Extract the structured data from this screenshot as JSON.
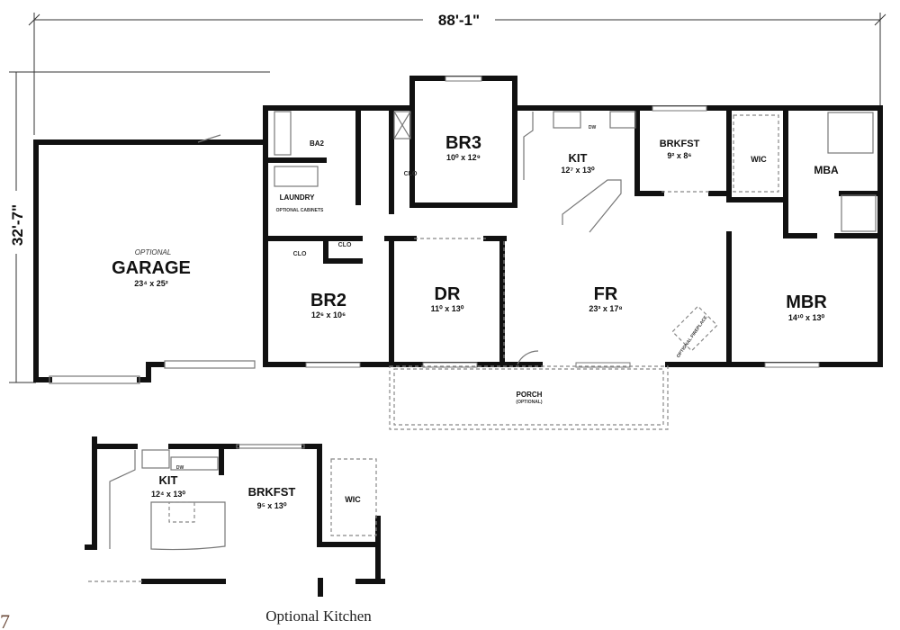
{
  "dimensions": {
    "width": "88'-1\"",
    "depth": "32'-7\""
  },
  "rooms": {
    "garage": {
      "note": "OPTIONAL",
      "label": "GARAGE",
      "size": "23⁴ x 25²"
    },
    "ba2": {
      "label": "BA2"
    },
    "laundry": {
      "label": "LAUNDRY",
      "note": "OPTIONAL CABINETS"
    },
    "br3": {
      "label": "BR3",
      "size": "10⁰ x 12⁹"
    },
    "br3_clo": {
      "label": "CLO"
    },
    "kit": {
      "label": "KIT",
      "size": "12⁷ x 13⁰",
      "dw": "DW"
    },
    "brkfst": {
      "label": "BRKFST",
      "size": "9² x 8⁶"
    },
    "wic": {
      "label": "WIC"
    },
    "mba": {
      "label": "MBA"
    },
    "br2_clo": {
      "label": "CLO"
    },
    "hall_clo": {
      "label": "CLO"
    },
    "br2": {
      "label": "BR2",
      "size": "12⁶ x 10⁶"
    },
    "dr": {
      "label": "DR",
      "size": "11⁰ x 13⁰"
    },
    "fr": {
      "label": "FR",
      "size": "23³ x 17⁸",
      "fireplace": "OPTIONAL FIREPLACE"
    },
    "mbr": {
      "label": "MBR",
      "size": "14¹⁰ x 13⁰"
    },
    "porch": {
      "label": "PORCH",
      "note": "(OPTIONAL)"
    }
  },
  "optional_kitchen": {
    "caption": "Optional Kitchen",
    "kit": {
      "label": "KIT",
      "size": "12⁴ x 13⁰",
      "dw": "DW"
    },
    "brkfst": {
      "label": "BRKFST",
      "size": "9⁵ x 13⁰"
    },
    "wic": {
      "label": "WIC"
    }
  },
  "page_marker": "7"
}
